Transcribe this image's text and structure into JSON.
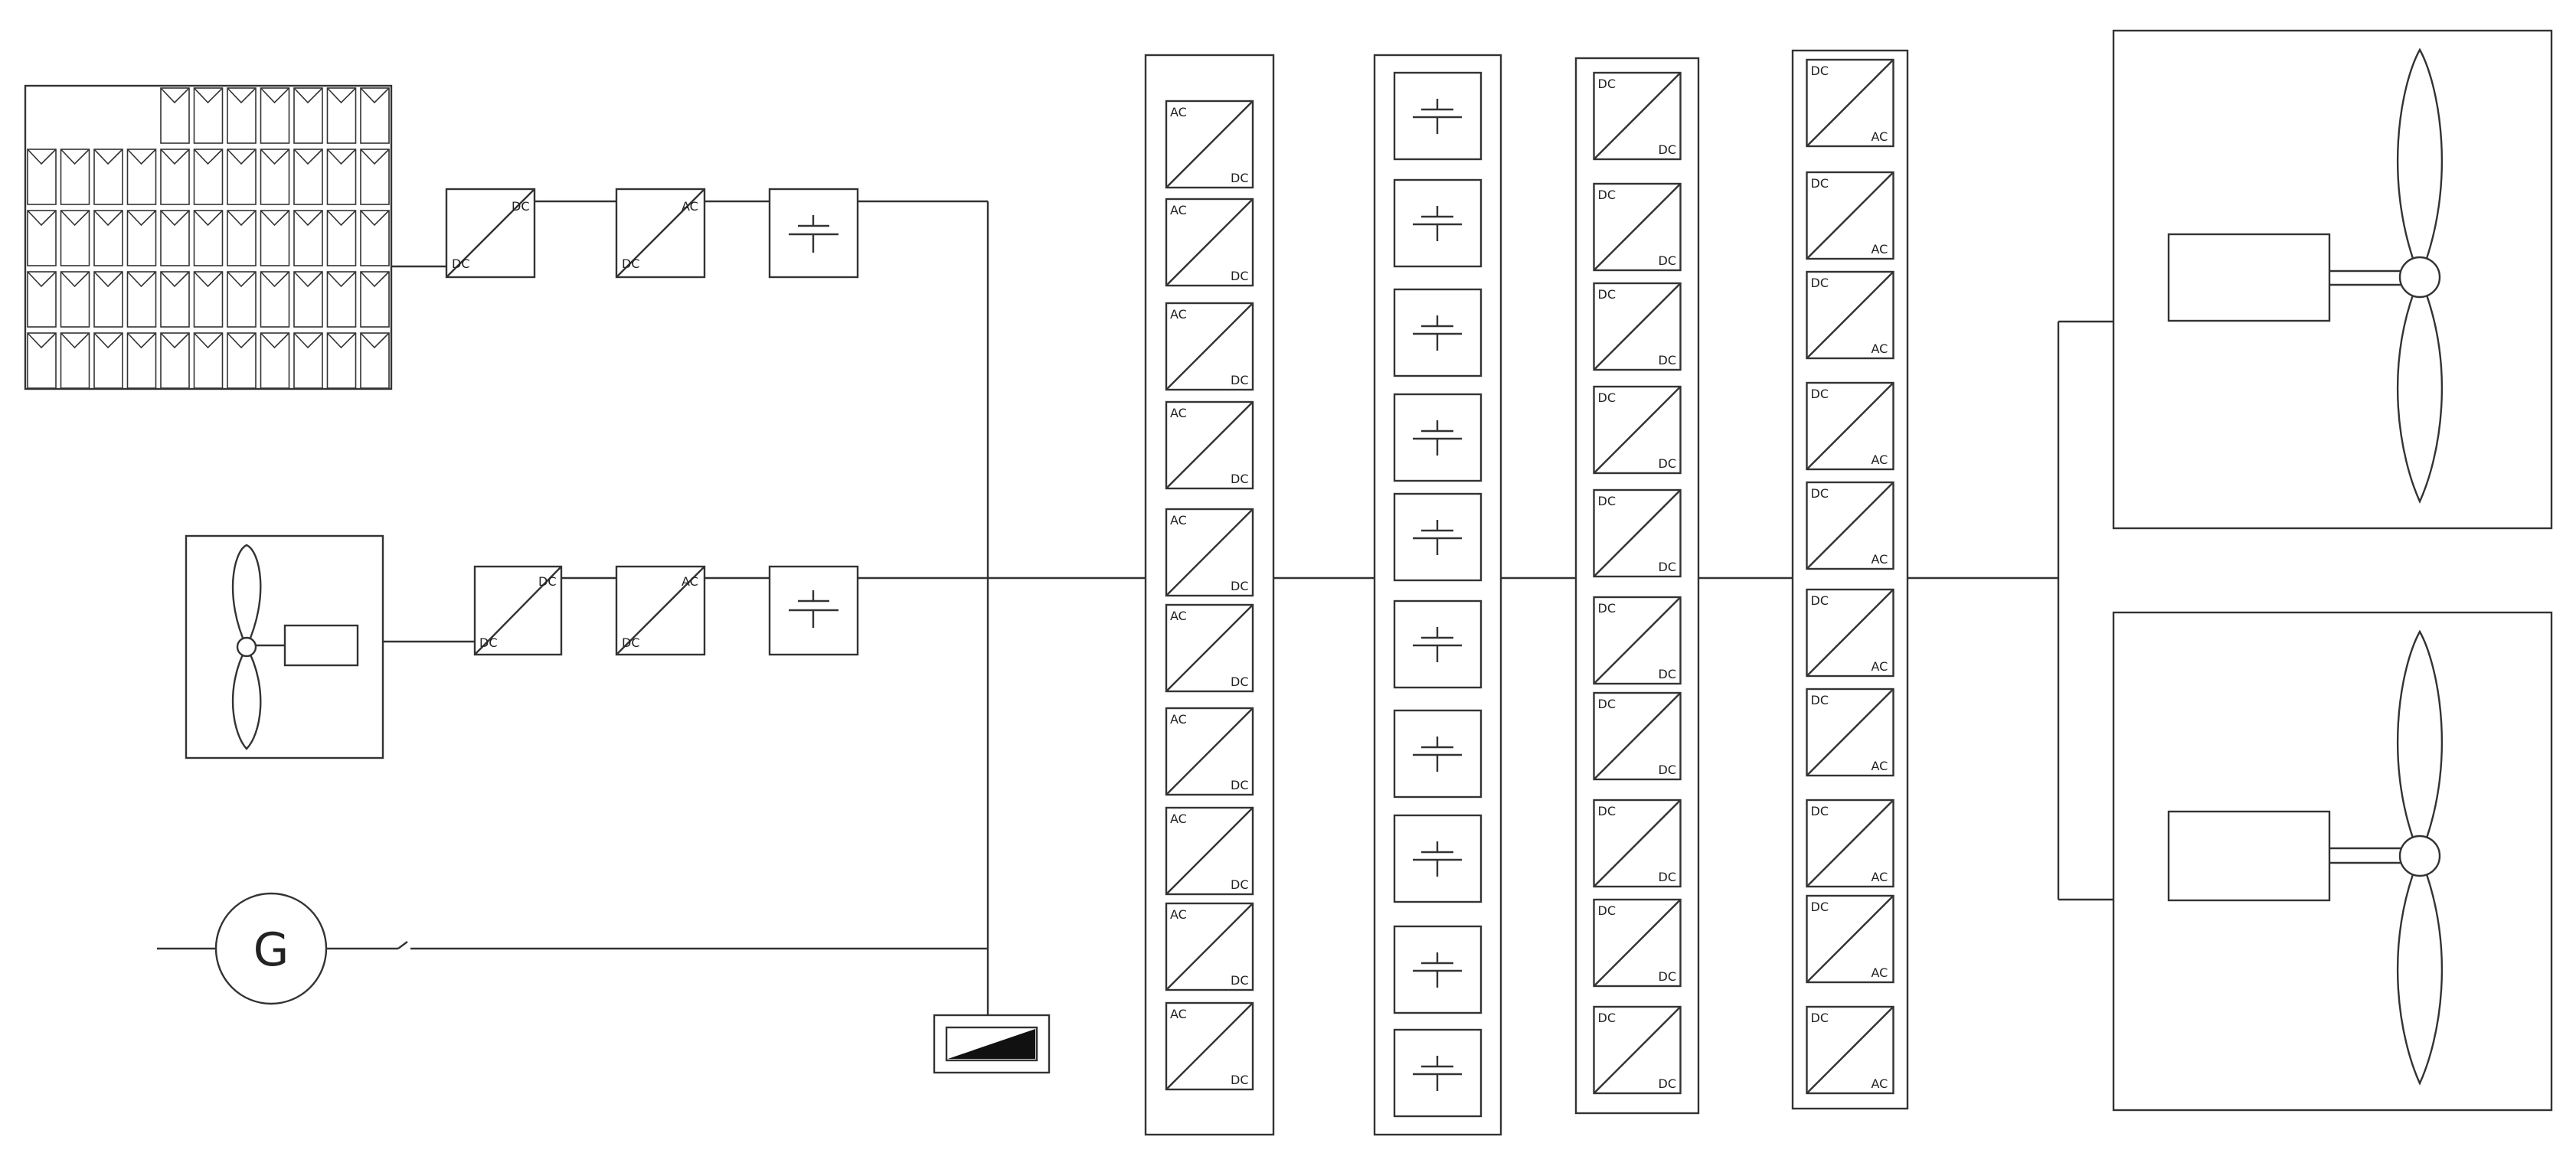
{
  "labels": {
    "ac": "AC",
    "dc": "DC",
    "generator": "G"
  },
  "colors": {
    "line": "#333333",
    "background": "#ffffff",
    "fill_dark": "#111111"
  },
  "blocks": {
    "solar_array": {
      "name": "solar-panel-array-icon"
    },
    "pv_dc_dc_converter": {
      "name": "dc-dc-converter-icon",
      "top": "DC",
      "bottom": "DC"
    },
    "pv_inverter": {
      "name": "dc-ac-inverter-icon",
      "top": "AC",
      "bottom": "DC"
    },
    "pv_battery": {
      "name": "battery-icon"
    },
    "wind_turbine_source": {
      "name": "wind-turbine-icon"
    },
    "wind_rectifier": {
      "name": "ac-dc-converter-icon",
      "top": "DC",
      "bottom": "DC"
    },
    "wind_inverter": {
      "name": "dc-ac-inverter-icon",
      "top": "AC",
      "bottom": "DC"
    },
    "wind_battery": {
      "name": "battery-icon"
    },
    "diesel_generator": {
      "name": "generator-icon",
      "label": "G"
    },
    "meter": {
      "name": "meter-icon"
    }
  },
  "columns": [
    {
      "name": "ac-dc-converter-column",
      "count": 10,
      "top": "AC",
      "bottom": "DC"
    },
    {
      "name": "battery-bank-column",
      "count": 10
    },
    {
      "name": "dc-dc-converter-column",
      "count": 10,
      "top": "DC",
      "bottom": "DC"
    },
    {
      "name": "dc-ac-inverter-column",
      "count": 10,
      "top": "DC",
      "bottom": "AC"
    }
  ],
  "loads": [
    {
      "name": "propulsion-motor-top"
    },
    {
      "name": "propulsion-motor-bottom"
    }
  ]
}
